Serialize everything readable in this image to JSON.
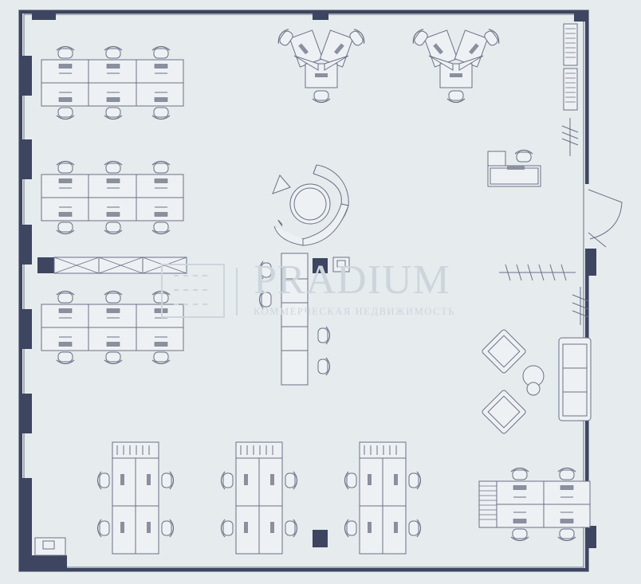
{
  "watermark": {
    "title": "PRADIUM",
    "subtitle": "КОММЕРЧЕСКАЯ НЕДВИЖИМОСТЬ"
  },
  "colors": {
    "background": "#e6ebee",
    "wall": "#3d4560",
    "line": "#6a7185",
    "furniture_fill": "#eef1f4",
    "watermark": "#cdd5dc"
  },
  "icons": [
    "desk-cluster",
    "office-chair",
    "sofa",
    "armchair",
    "round-table",
    "door",
    "column",
    "shelving",
    "printer"
  ]
}
